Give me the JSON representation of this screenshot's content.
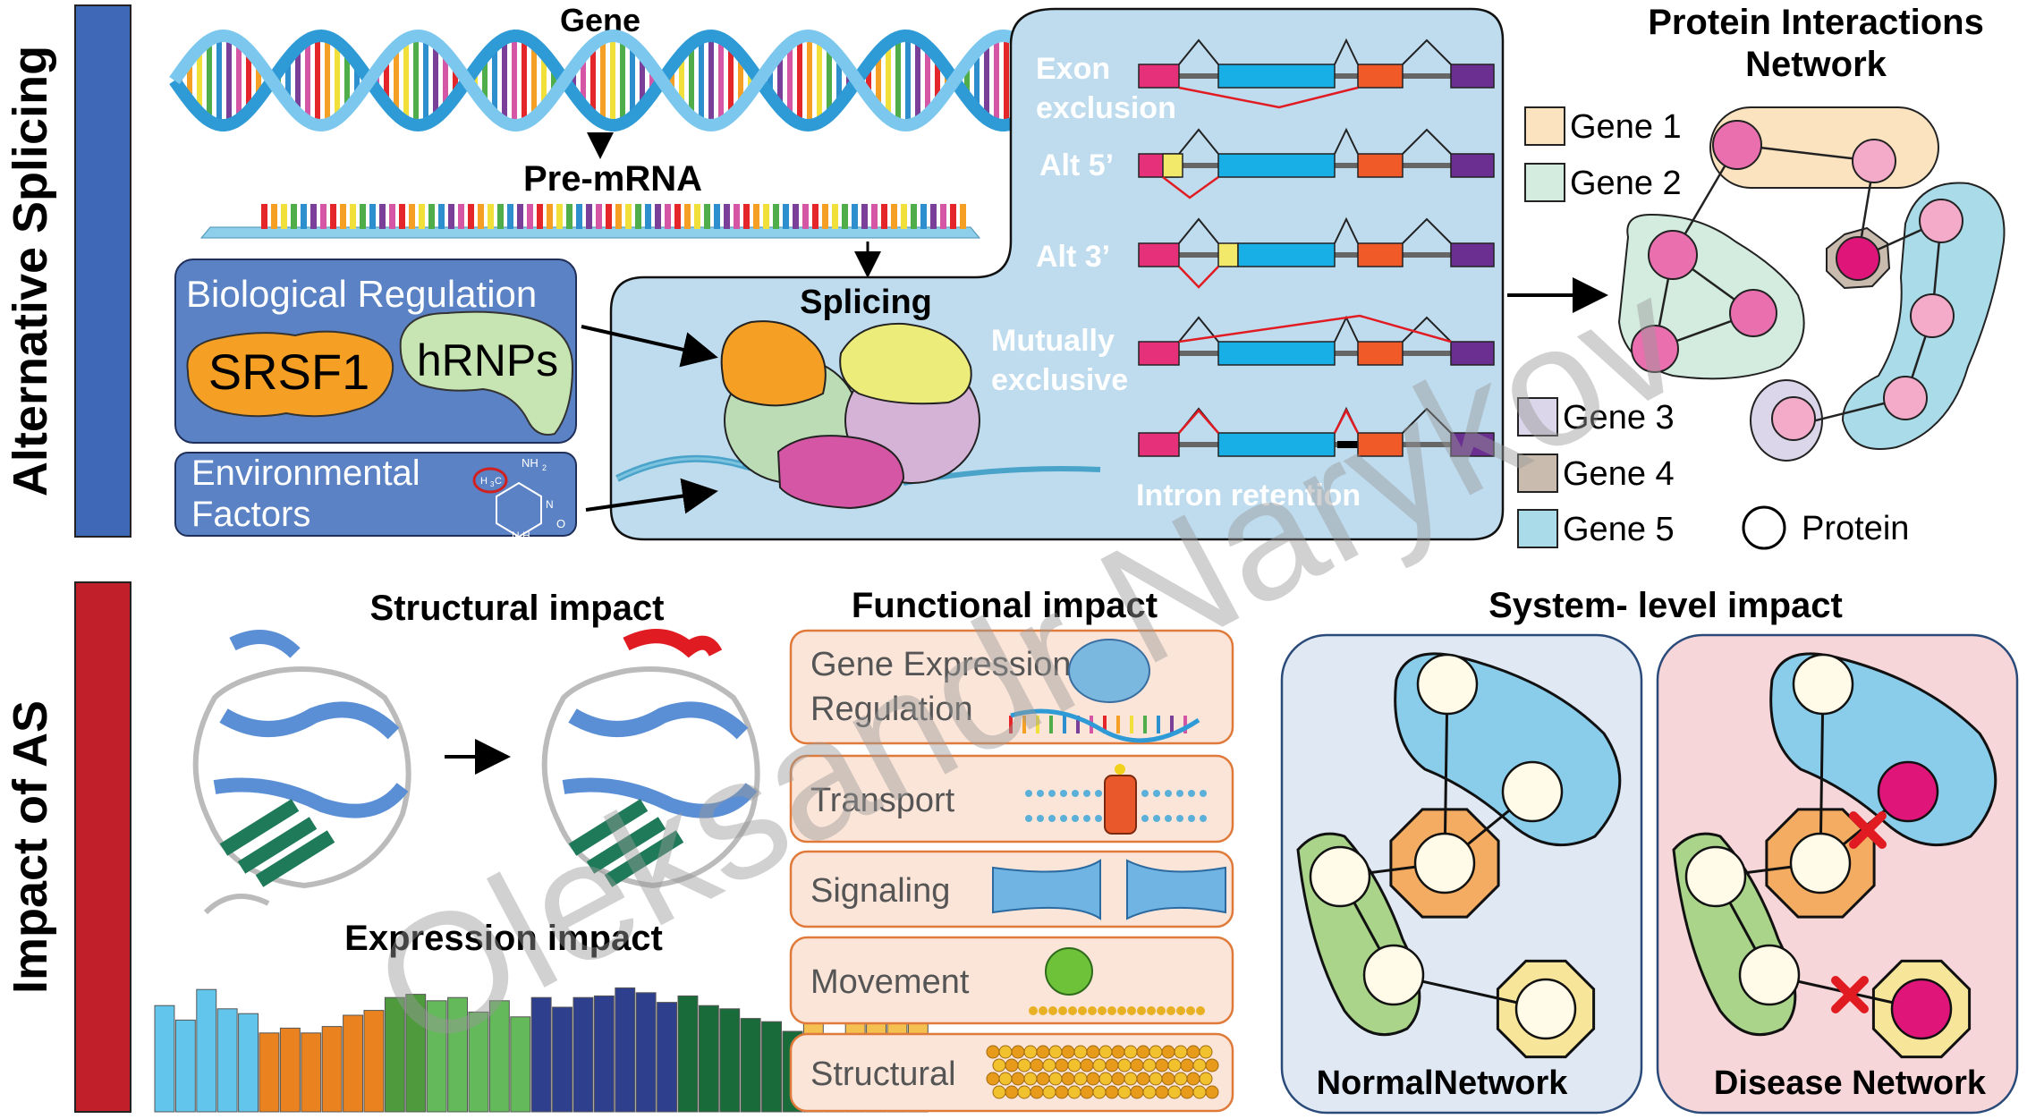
{
  "sections": {
    "alternative_splicing": "Alternative Splicing",
    "impact_of_as": "Impact of AS"
  },
  "gene_panel": {
    "gene_label": "Gene",
    "premrna_label": "Pre-mRNA",
    "splicing_label": "Splicing"
  },
  "regulation": {
    "biological_title": "Biological Regulation",
    "factor_1": "SRSF1",
    "factor_2": "hRNPs",
    "environmental_title_line1": "Environmental",
    "environmental_title_line2": "Factors",
    "molecule_labels": [
      "NH",
      "2",
      "H",
      "3",
      "C",
      "N",
      "N",
      "H",
      "O"
    ]
  },
  "splicing_types": [
    {
      "lines": [
        "Exon",
        "exclusion"
      ]
    },
    {
      "lines": [
        "Alt 5’"
      ]
    },
    {
      "lines": [
        "Alt 3’"
      ]
    },
    {
      "lines": [
        "Mutually",
        "exclusive"
      ]
    },
    {
      "lines": [
        "Intron retention"
      ]
    }
  ],
  "ppi": {
    "title_line1": "Protein Interactions",
    "title_line2": "Network",
    "legend": [
      {
        "label": "Gene 1",
        "color": "#fbe3c0"
      },
      {
        "label": "Gene 2",
        "color": "#d3ecdf"
      },
      {
        "label": "Gene 3",
        "color": "#dcd6ea"
      },
      {
        "label": "Gene 4",
        "color": "#c9bcae"
      },
      {
        "label": "Gene 5",
        "color": "#a9dbe8"
      }
    ],
    "protein_label": "Protein"
  },
  "impact": {
    "structural_title": "Structural impact",
    "expression_title": "Expression impact",
    "functional_title": "Functional impact",
    "functional_items": [
      {
        "lines": [
          "Gene Expression",
          "Regulation"
        ]
      },
      {
        "lines": [
          "Transport"
        ]
      },
      {
        "lines": [
          "Signaling"
        ]
      },
      {
        "lines": [
          "Movement"
        ]
      },
      {
        "lines": [
          "Structural"
        ]
      }
    ],
    "system_title": "System- level impact",
    "normal_network_label": "NormalNetwork",
    "disease_network_label": "Disease Network"
  },
  "chart_data": {
    "type": "bar",
    "title": "",
    "xlabel": "",
    "ylabel": "",
    "ylim": [
      0,
      100
    ],
    "values": [
      66,
      57,
      76,
      64,
      61,
      49,
      52,
      49,
      53,
      60,
      63,
      71,
      73,
      69,
      71,
      62,
      69,
      59,
      71,
      65,
      71,
      72,
      77,
      74,
      68,
      72,
      66,
      64,
      58,
      56,
      50,
      67,
      30,
      68,
      64,
      67,
      67
    ],
    "colors": [
      "#62c5ec",
      "#62c5ec",
      "#62c5ec",
      "#62c5ec",
      "#62c5ec",
      "#e9821f",
      "#e9821f",
      "#e9821f",
      "#e9821f",
      "#e9821f",
      "#e9821f",
      "#4e9a3c",
      "#4e9a3c",
      "#64b95a",
      "#64b95a",
      "#64b95a",
      "#64b95a",
      "#64b95a",
      "#2e3f8e",
      "#2e3f8e",
      "#2e3f8e",
      "#2e3f8e",
      "#2e3f8e",
      "#2e3f8e",
      "#2e3f8e",
      "#1a6b3a",
      "#1a6b3a",
      "#1a6b3a",
      "#1a6b3a",
      "#1a6b3a",
      "#1a6b3a",
      "#f4c04f",
      "#f4c04f",
      "#f4c04f",
      "#f4c04f",
      "#f4c04f",
      "#f4c04f"
    ]
  },
  "watermark": "Oleksandr Narykov",
  "colors": {
    "section1_bar": "#3f68b7",
    "section2_bar": "#c1202a",
    "splice_panel": "#bfdcef",
    "regulation_box": "#5a82c4",
    "functional_box": "#fbe5d9",
    "normal_panel": "#dfe8f3",
    "disease_panel": "#f6d6d8"
  }
}
